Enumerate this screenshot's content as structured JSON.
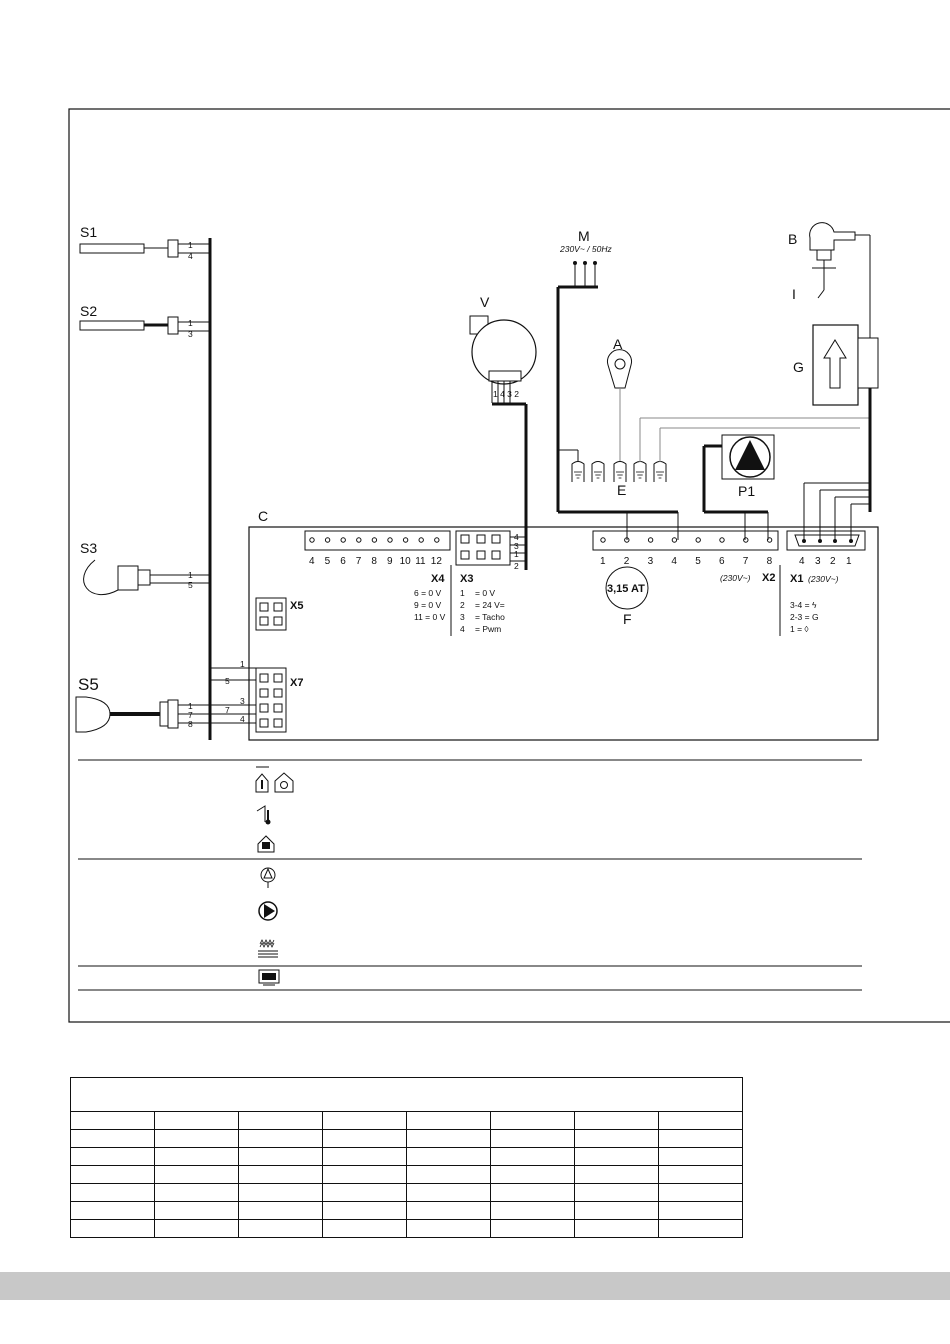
{
  "components": {
    "S1": "S1",
    "S2": "S2",
    "S3": "S3",
    "S5": "S5",
    "V": "V",
    "M": "M",
    "A": "A",
    "B": "B",
    "I": "I",
    "G": "G",
    "E": "E",
    "P1": "P1",
    "C": "C",
    "F": "F"
  },
  "supply": "230V~ / 50Hz",
  "fuse": "3,15 AT",
  "connectors": {
    "X4": {
      "label": "X4",
      "pins": [
        "4",
        "5",
        "6",
        "7",
        "8",
        "9",
        "10",
        "11",
        "12"
      ],
      "legend": [
        "6  = 0 V",
        "9  = 0 V",
        "11 = 0 V"
      ]
    },
    "X3": {
      "label": "X3",
      "legend_num": [
        "1",
        "2",
        "3",
        "4"
      ],
      "legend_txt": [
        "= 0 V",
        "= 24 V=",
        "= Tacho",
        "= Pwm"
      ],
      "side_pins": [
        "4",
        "3",
        "1",
        "2"
      ]
    },
    "X2": {
      "label": "X2",
      "pins": [
        "1",
        "2",
        "3",
        "4",
        "5",
        "6",
        "7",
        "8"
      ],
      "voltage": "(230V~)"
    },
    "X1": {
      "label": "X1",
      "voltage": "(230V~)",
      "pins": [
        "4",
        "3",
        "2",
        "1"
      ],
      "legend": [
        "3-4 = ϟ",
        "2-3 = G",
        "1    = ◊"
      ]
    },
    "X5": {
      "label": "X5"
    },
    "X7": {
      "label": "X7"
    }
  },
  "sensor_pins": {
    "S1": [
      "1",
      "4"
    ],
    "S2": [
      "1",
      "3"
    ],
    "S3": [
      "1",
      "5"
    ],
    "S5": [
      "1",
      "7",
      "8"
    ]
  },
  "x7_wire_labels": [
    "1",
    "5",
    "3",
    "7",
    "4"
  ],
  "fan_pins": "1 4 3 2",
  "legend_icons": [
    "room-thermostat-icon",
    "outdoor-sensor-icon",
    "hot-water-icon",
    "ignition-icon",
    "pump-icon",
    "heating-icon",
    "display-icon"
  ]
}
